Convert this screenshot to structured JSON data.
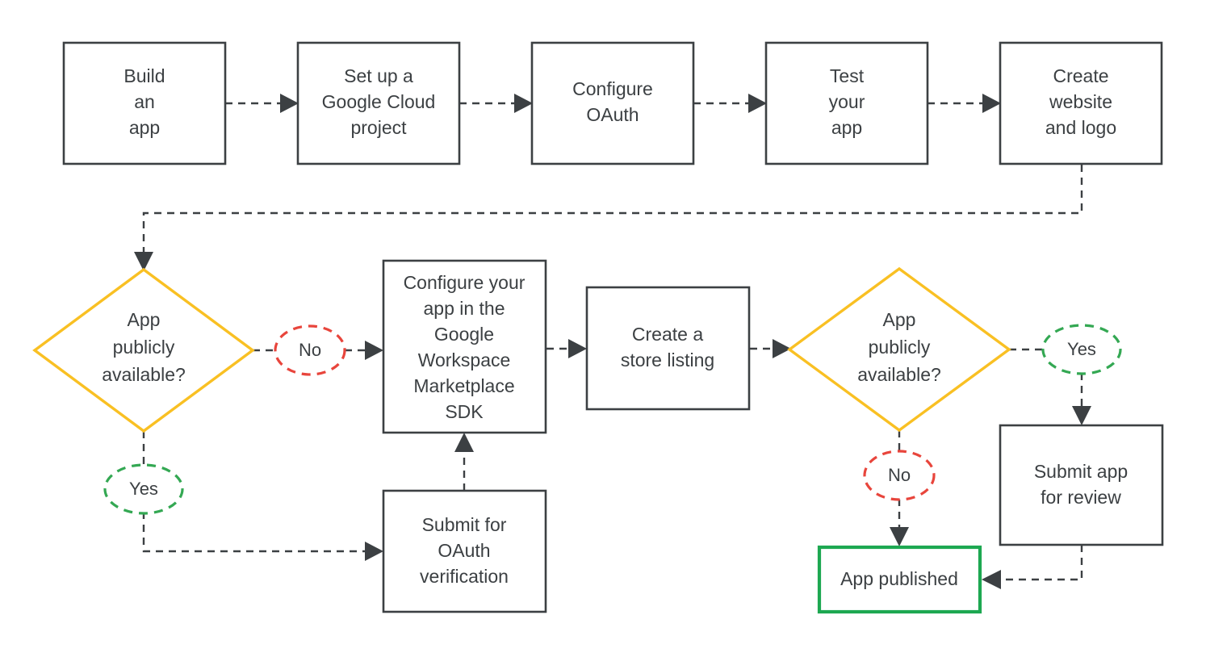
{
  "diagram": {
    "title": "Google Workspace Marketplace app publishing flowchart",
    "colors": {
      "stroke_dark": "#3c4043",
      "decision_yellow": "#f9c023",
      "no_red": "#e8453c",
      "yes_green": "#34a853",
      "published_green": "#1da851",
      "background": "#ffffff"
    },
    "nodes": [
      {
        "id": "build-an-app",
        "type": "process",
        "lines": [
          "Build",
          "an",
          "app"
        ]
      },
      {
        "id": "set-up-google-cloud",
        "type": "process",
        "lines": [
          "Set up a",
          "Google Cloud",
          "project"
        ]
      },
      {
        "id": "configure-oauth",
        "type": "process",
        "lines": [
          "Configure",
          "OAuth"
        ]
      },
      {
        "id": "test-your-app",
        "type": "process",
        "lines": [
          "Test",
          "your",
          "app"
        ]
      },
      {
        "id": "create-website-and-logo",
        "type": "process",
        "lines": [
          "Create",
          "website",
          "and logo"
        ]
      },
      {
        "id": "app-publicly-available-1",
        "type": "decision",
        "lines": [
          "App",
          "publicly",
          "available?"
        ]
      },
      {
        "id": "configure-app-sdk",
        "type": "process",
        "lines": [
          "Configure your",
          "app in the",
          "Google",
          "Workspace",
          "Marketplace",
          "SDK"
        ]
      },
      {
        "id": "create-store-listing",
        "type": "process",
        "lines": [
          "Create a",
          "store listing"
        ]
      },
      {
        "id": "app-publicly-available-2",
        "type": "decision",
        "lines": [
          "App",
          "publicly",
          "available?"
        ]
      },
      {
        "id": "submit-for-oauth",
        "type": "process",
        "lines": [
          "Submit for",
          "OAuth",
          "verification"
        ]
      },
      {
        "id": "submit-app-for-review",
        "type": "process",
        "lines": [
          "Submit app",
          "for review"
        ]
      },
      {
        "id": "app-published",
        "type": "terminal",
        "lines": [
          "App published"
        ]
      }
    ],
    "edge_labels": [
      {
        "id": "no-1",
        "text": "No",
        "kind": "negative"
      },
      {
        "id": "yes-1",
        "text": "Yes",
        "kind": "positive"
      },
      {
        "id": "yes-2",
        "text": "Yes",
        "kind": "positive"
      },
      {
        "id": "no-2",
        "text": "No",
        "kind": "negative"
      }
    ]
  }
}
